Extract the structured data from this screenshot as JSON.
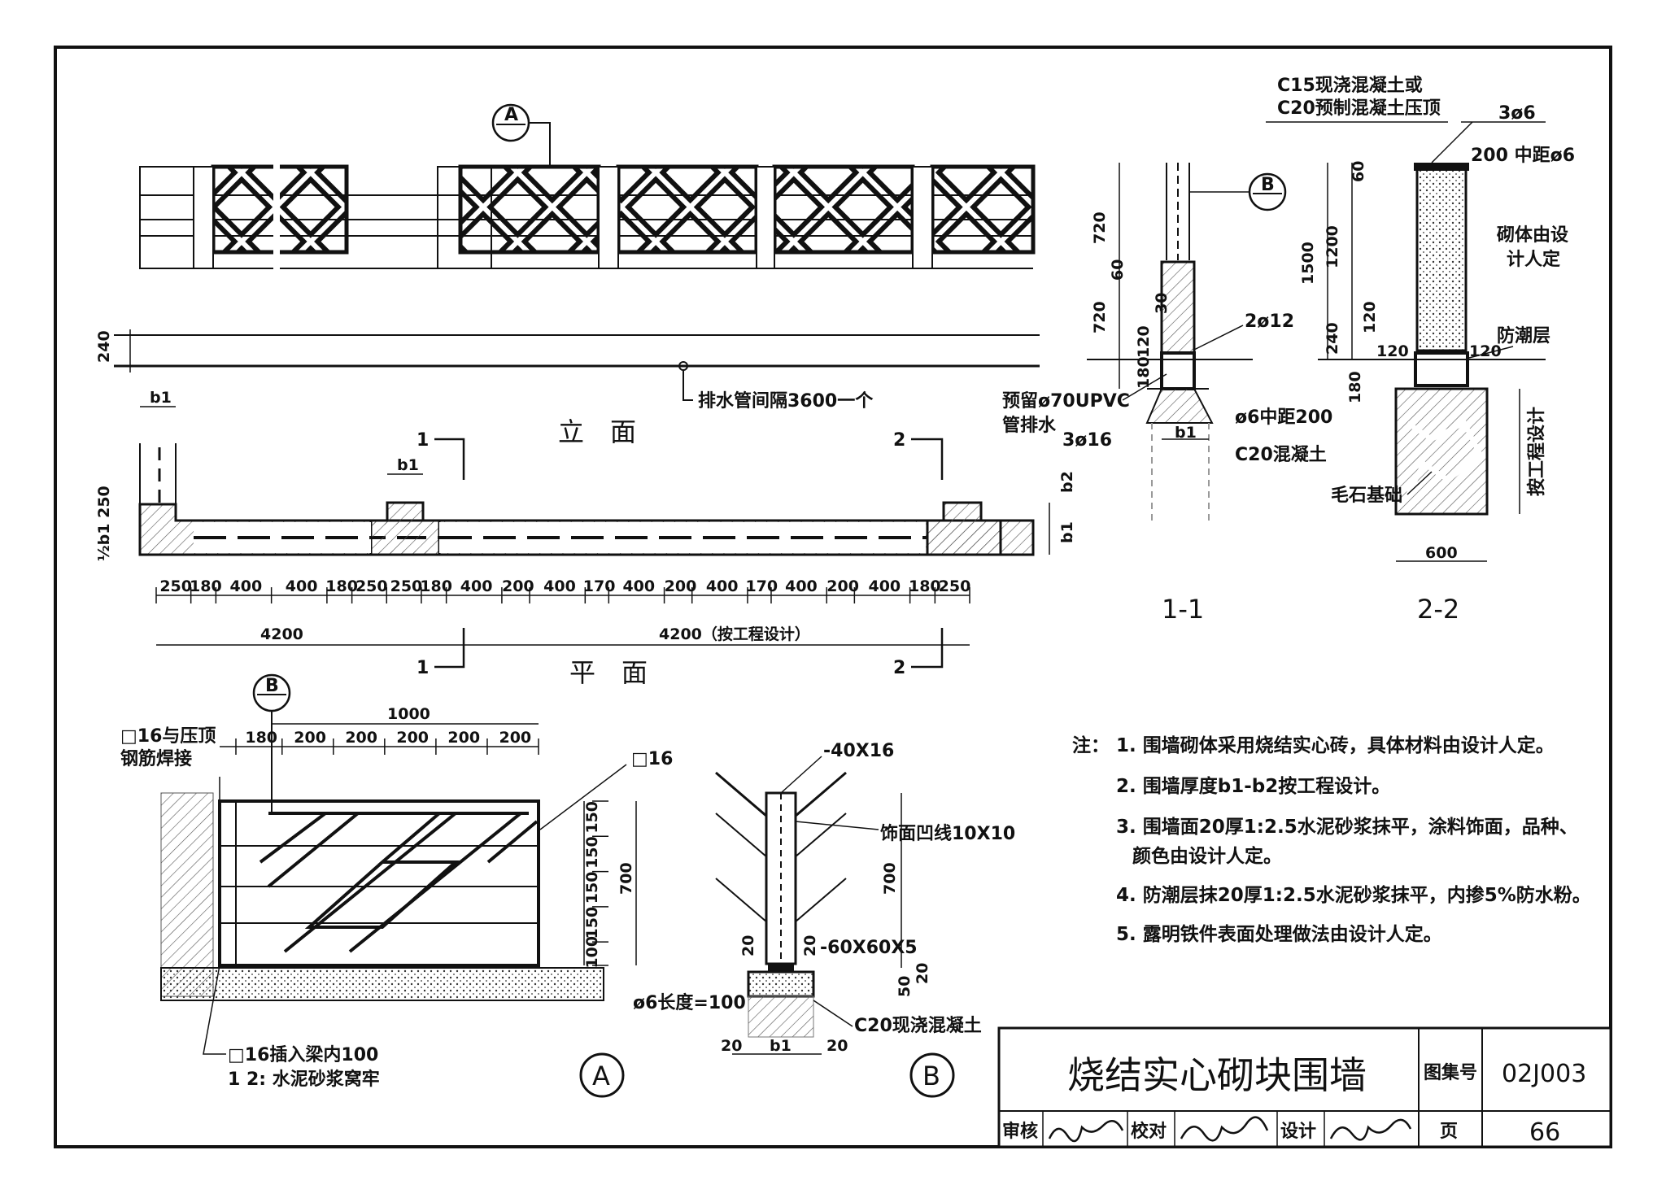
{
  "sheet": {
    "drawing_title": "烧结实心砌块围墙",
    "atlas_label": "图集号",
    "atlas_no": "02J003",
    "page_label": "页",
    "page_no": "66",
    "review_label": "审核",
    "check_label": "校对",
    "design_label": "设计"
  },
  "elevation": {
    "title": "立　面",
    "drain_note": "排水管间隔3600一个",
    "callout_A": "A",
    "dim_240": "240"
  },
  "plan": {
    "title": "平　面",
    "dims_row": [
      "250",
      "180",
      "400",
      "400",
      "180",
      "250",
      "250",
      "180",
      "400",
      "200",
      "400",
      "170",
      "400",
      "200",
      "400",
      "170",
      "400",
      "200",
      "400",
      "180",
      "250"
    ],
    "total_left": "4200",
    "total_right": "4200（按工程设计）",
    "b1": "b1",
    "b2": "b2",
    "side_dims": "½b1 250",
    "cut1": "1",
    "cut2": "2"
  },
  "section_1_1": {
    "title": "1-1",
    "dim_720_top": "720",
    "dim_60": "60",
    "dim_720_bottom": "720",
    "dim_120": "120",
    "dim_180": "180",
    "dim_30": "30",
    "rebar_top": "2ø12",
    "pipe_note": "预留ø70UPVC",
    "pipe_note2": "管排水",
    "stirrup": "ø6中距200",
    "rebar_bottom": "3ø16",
    "concrete": "C20混凝土",
    "b1": "b1",
    "callout_B": "B"
  },
  "section_2_2": {
    "title": "2-2",
    "coping_note_1": "C15现浇混凝土或",
    "coping_note_2": "C20预制混凝土压顶",
    "rebar": "3ø6",
    "stirrup": "200 中距ø6",
    "masonry_note_1": "砌体由设",
    "masonry_note_2": "计人定",
    "damp_layer": "防潮层",
    "rubble_found": "毛石基础",
    "by_project": "按工程设计",
    "dim_1500": "1500",
    "dim_1200": "1200",
    "dim_240": "240",
    "dim_120a": "120",
    "dim_120b": "120",
    "dim_120c": "120",
    "dim_60": "60",
    "dim_180": "180",
    "dim_600": "600"
  },
  "detail_A": {
    "label": "A",
    "top_total": "1000",
    "top_dims": [
      "180",
      "200",
      "200",
      "200",
      "200",
      "200"
    ],
    "side_dims": [
      "150",
      "150",
      "150",
      "150",
      "100"
    ],
    "height": "700",
    "note_weld_1": "□16与压顶",
    "note_weld_2": "钢筋焊接",
    "note_bar": "□16",
    "note_insert": "□16插入梁内100",
    "note_mortar": "1 2: 水泥砂浆窝牢",
    "callout_B": "B"
  },
  "detail_B": {
    "label": "B",
    "flat_bar": "-40X16",
    "groove": "饰面凹线10X10",
    "height": "700",
    "plate": "-60X60X5",
    "anchor": "ø6长度=100",
    "concrete": "C20现浇混凝土",
    "dim_20a": "20",
    "dim_20b": "20",
    "dim_20c": "20",
    "dim_20d": "20",
    "dim_50": "50",
    "dim_20e": "20",
    "b1": "b1"
  },
  "notes": {
    "prefix": "注：",
    "items": [
      "1. 围墙砌体采用烧结实心砖，具体材料由设计人定。",
      "2. 围墙厚度b1-b2按工程设计。",
      "3. 围墙面20厚1:2.5水泥砂浆抹平，涂料饰面，品种、",
      "颜色由设计人定。",
      "4. 防潮层抹20厚1:2.5水泥砂浆抹平，内掺5%防水粉。",
      "5. 露明铁件表面处理做法由设计人定。"
    ]
  }
}
